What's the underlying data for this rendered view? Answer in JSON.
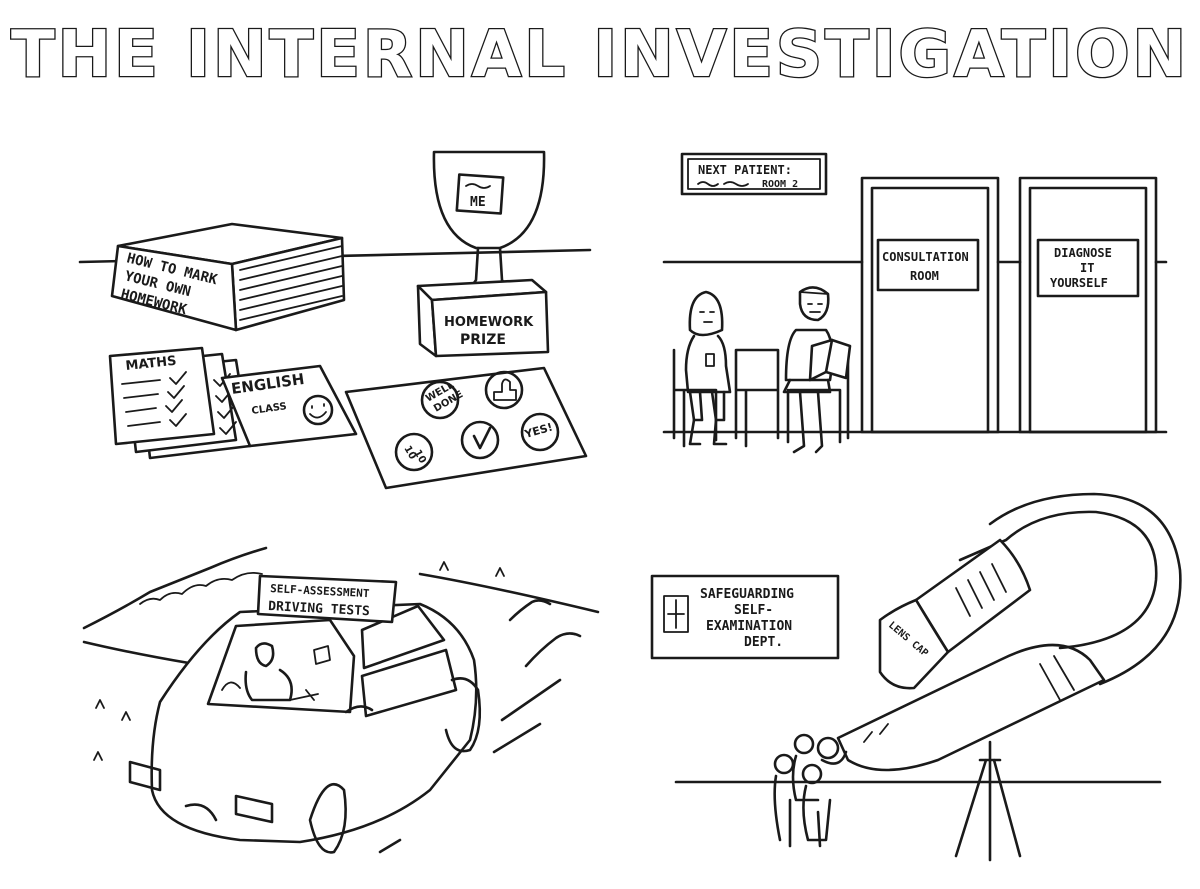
{
  "title": "THE INTERNAL INVESTIGATION",
  "panel_homework": {
    "book_line1": "HOW TO MARK",
    "book_line2": "YOUR OWN",
    "book_line3": "HOMEWORK",
    "trophy_plate": "ME",
    "trophy_base_line1": "HOMEWORK",
    "trophy_base_line2": "PRIZE",
    "maths_sheet": "MATHS",
    "english_line1": "ENGLISH",
    "english_line2": "CLASS",
    "sticker_well_done_1": "WELL",
    "sticker_well_done_2": "DONE",
    "sticker_yes": "YES!",
    "sticker_ten_1": "10",
    "sticker_ten_2": "10"
  },
  "panel_doctor": {
    "sign_line1": "NEXT PATIENT:",
    "sign_line2": "ROOM 2",
    "door1_line1": "CONSULTATION",
    "door1_line2": "ROOM",
    "door2_line1": "DIAGNOSE",
    "door2_line2": "IT",
    "door2_line3": "YOURSELF"
  },
  "panel_driving": {
    "roof_sign_line1": "SELF-ASSESSMENT",
    "roof_sign_line2": "DRIVING TESTS"
  },
  "panel_telescope": {
    "sign_line1": "SAFEGUARDING",
    "sign_line2": "SELF-",
    "sign_line3": "EXAMINATION",
    "sign_line4": "DEPT.",
    "lens_cap": "LENS CAP"
  }
}
